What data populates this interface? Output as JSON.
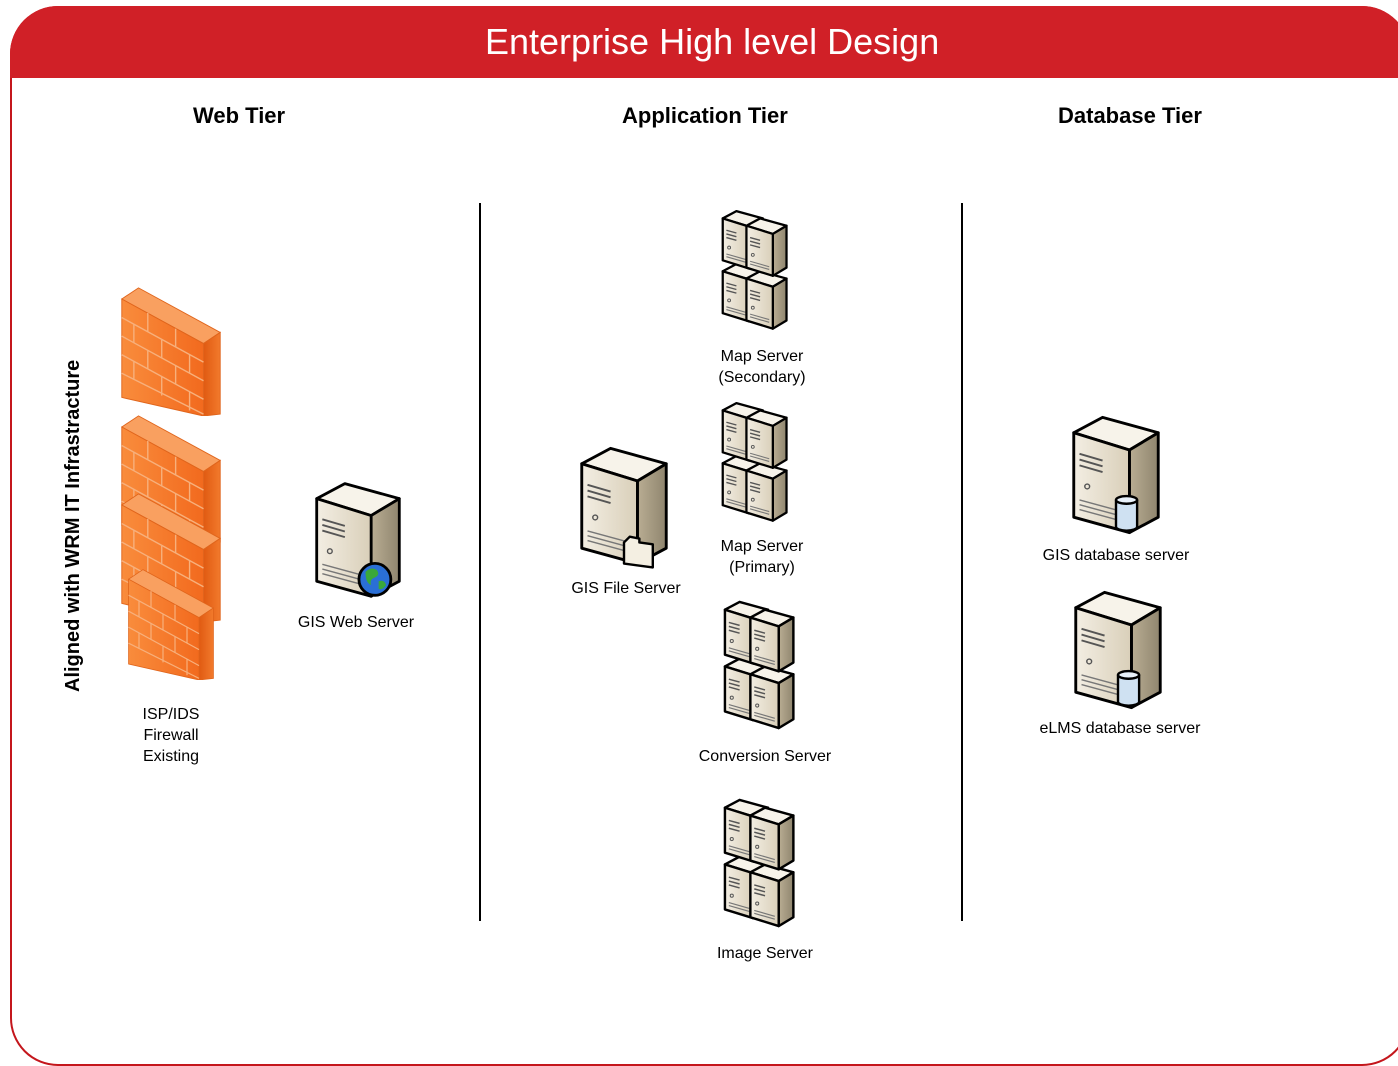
{
  "title": "Enterprise High level Design",
  "tiers": {
    "web": "Web Tier",
    "application": "Application Tier",
    "database": "Database Tier"
  },
  "side_label": "Aligned with WRM IT Infrastracture",
  "firewall": {
    "line1": "ISP/IDS",
    "line2": "Firewall",
    "line3": "Existing"
  },
  "servers": {
    "gis_web": "GIS Web Server",
    "gis_file": "GIS File Server",
    "map_secondary": {
      "line1": "Map Server",
      "line2": "(Secondary)"
    },
    "map_primary": {
      "line1": "Map Server",
      "line2": "(Primary)"
    },
    "conversion": "Conversion Server",
    "image": "Image Server",
    "gis_db": "GIS database server",
    "elms_db": "eLMS database server"
  },
  "colors": {
    "banner": "#d02027",
    "brick": "#f47a2a",
    "server": "#e6dcc8"
  },
  "icons": {
    "firewall": "brick-wall-icon",
    "server": "server-tower-icon",
    "cluster": "server-cluster-icon",
    "globe": "globe-icon",
    "folder": "folder-icon",
    "database": "database-cylinder-icon"
  }
}
